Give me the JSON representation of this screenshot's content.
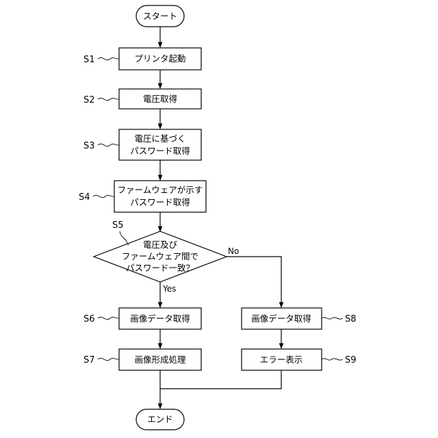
{
  "flowchart": {
    "nodes": {
      "start": {
        "text": "スタート"
      },
      "s1": {
        "step": "S1",
        "text": "プリンタ起動"
      },
      "s2": {
        "step": "S2",
        "text": "電圧取得"
      },
      "s3": {
        "step": "S3",
        "line1": "電圧に基づく",
        "line2": "パスワード取得"
      },
      "s4": {
        "step": "S4",
        "line1": "ファームウェアが示す",
        "line2": "パスワード取得"
      },
      "s5": {
        "step": "S5",
        "line1": "電圧及び",
        "line2": "ファームウェア間で",
        "line3": "パスワード一致？"
      },
      "s6": {
        "step": "S6",
        "text": "画像データ取得"
      },
      "s7": {
        "step": "S7",
        "text": "画像形成処理"
      },
      "s8": {
        "step": "S8",
        "text": "画像データ取得"
      },
      "s9": {
        "step": "S9",
        "text": "エラー表示"
      },
      "end": {
        "text": "エンド"
      }
    },
    "branches": {
      "yes": "Yes",
      "no": "No"
    }
  }
}
